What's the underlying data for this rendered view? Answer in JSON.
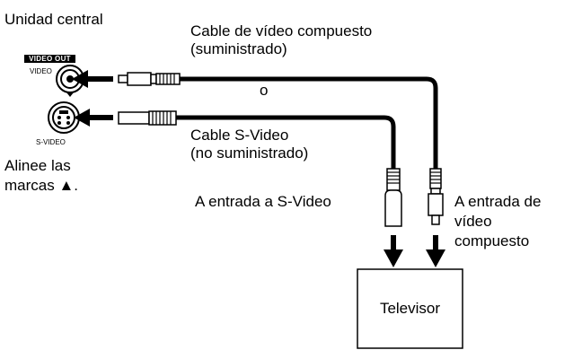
{
  "unit": {
    "title": "Unidad central",
    "video_out_badge": "VIDEO OUT",
    "video_label": "VIDEO",
    "svideo_label": "S-VIDEO",
    "align_line1": "Alinee las",
    "align_line2": "marcas ▲."
  },
  "cables": {
    "composite_line1": "Cable de vídeo compuesto",
    "composite_line2": "(suministrado)",
    "or": "o",
    "svideo_line1": "Cable S-Video",
    "svideo_line2": "(no suministrado)"
  },
  "inputs": {
    "svideo_input": "A entrada a S-Video",
    "composite_line1": "A entrada de",
    "composite_line2": "vídeo",
    "composite_line3": "compuesto"
  },
  "tv": {
    "label": "Televisor"
  }
}
